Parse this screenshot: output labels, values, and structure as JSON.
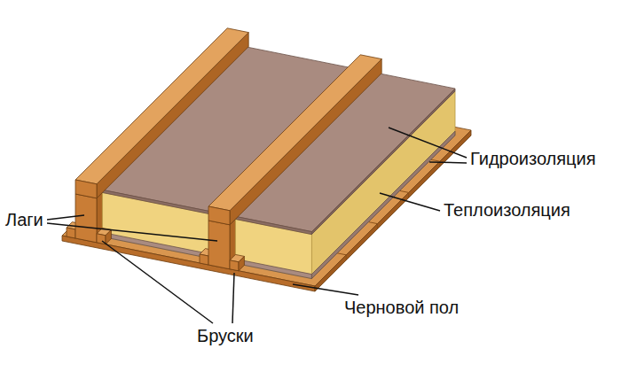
{
  "diagram": {
    "labels": [
      "Гидроизоляция",
      "Теплоизоляция",
      "Лаги",
      "Черновой пол",
      "Бруски"
    ]
  }
}
